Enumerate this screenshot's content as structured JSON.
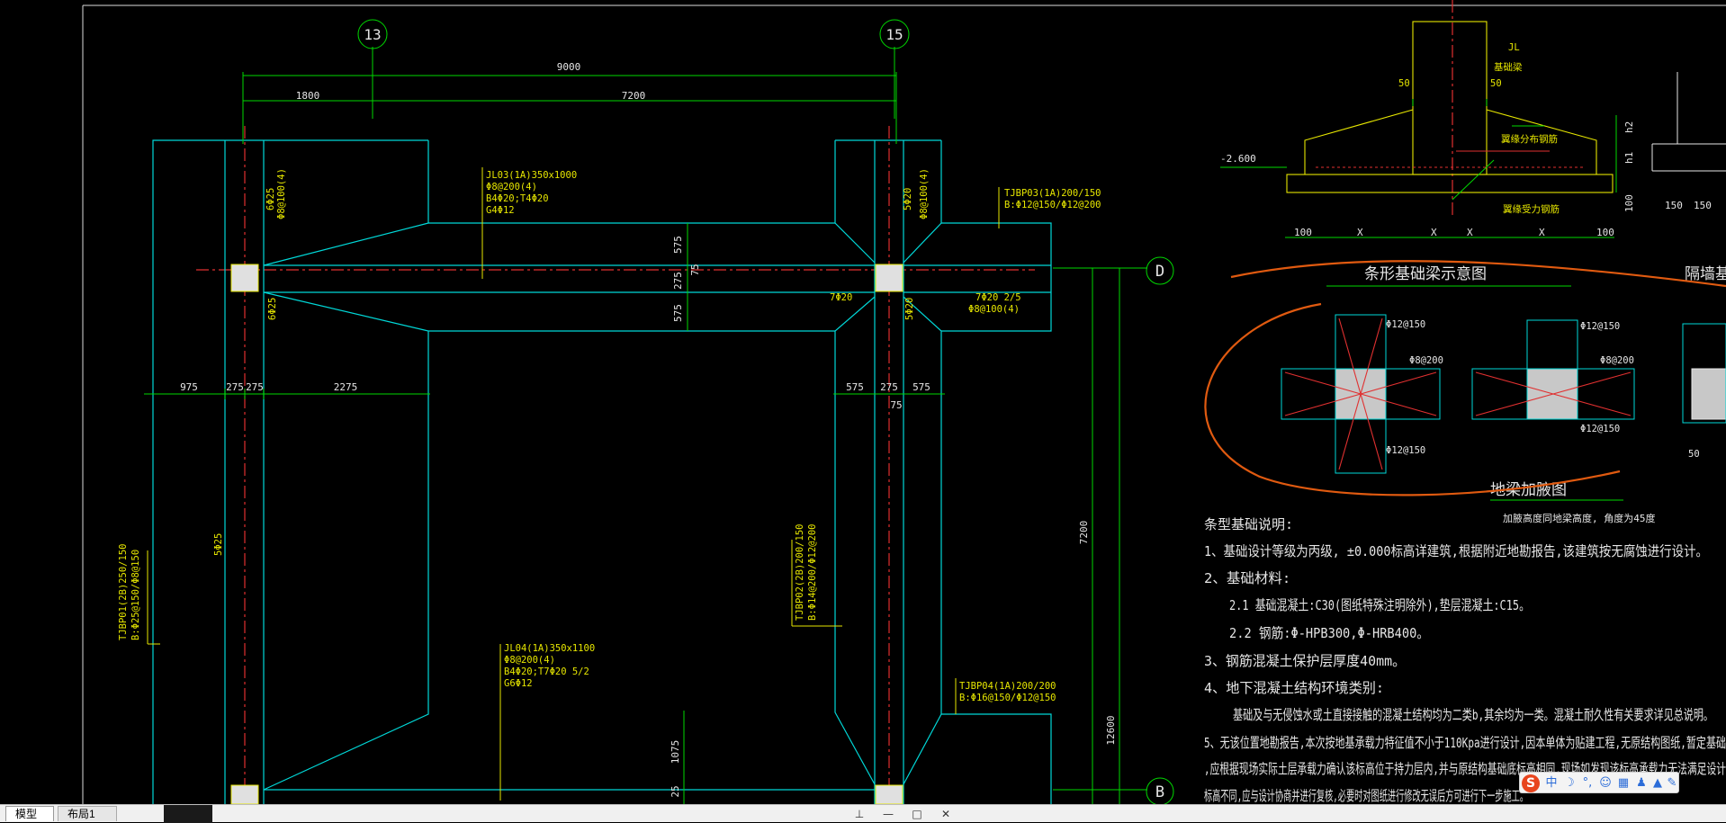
{
  "axes": {
    "col_13": "13",
    "col_15": "15",
    "row_d": "D",
    "row_b": "B"
  },
  "dims": {
    "total_top": "9000",
    "top_left": "1800",
    "top_right": "7200",
    "h_975": "975",
    "h_275a": "275",
    "h_275b": "275",
    "h_2275": "2275",
    "r_575a": "575",
    "r_275": "275",
    "r_575b": "575",
    "r_75": "75",
    "v_575a": "575",
    "v_275": "275",
    "v_575b": "575",
    "v_75": "75",
    "right_7200": "7200",
    "right_12600": "12600",
    "v_1075": "1075",
    "v_25": "25"
  },
  "labels": {
    "jl03": [
      "JL03(1A)350x1000",
      "Φ8@200(4)",
      "B4Φ20;T4Φ20",
      "G4Φ12"
    ],
    "tjbp03": [
      "TJBP03(1A)200/150",
      "B:Φ12@150/Φ12@200"
    ],
    "tjbp04": [
      "TJBP04(1A)200/200",
      "B:Φ16@150/Φ12@150"
    ],
    "jl04": [
      "JL04(1A)350x1100",
      "Φ8@200(4)",
      "B4Φ20;T7Φ20 5/2",
      "G6Φ12"
    ],
    "tjbp02": [
      "TJBP02(2B)200/150",
      "B:Φ14@200/Φ12@200"
    ],
    "tjbp01": [
      "TJBP01(2B)250/150",
      "B:Φ25@150/Φ8@150"
    ],
    "left_rebar_top": [
      "6Φ25",
      "Φ8@100(4)"
    ],
    "left_rebar_mid": "6Φ25",
    "left_5phi25": "5Φ25",
    "col15_rebar_top": [
      "5Φ20",
      "Φ8@100(4)"
    ],
    "col15_rebar_mid": "5Φ20",
    "col15_left": "7Φ20",
    "col15_right": [
      "7Φ20 2/5",
      "Φ8@100(4)"
    ]
  },
  "detail": {
    "jl": "JL",
    "beam": "基础梁",
    "d50a": "50",
    "d50b": "50",
    "rebar1": "翼缘分布钢筋",
    "rebar2": "翼缘受力钢筋",
    "elev": "-2.600",
    "h2": "h2",
    "h1": "h1",
    "d100": "100",
    "bottom_dims": [
      "100",
      "X",
      "X",
      "X",
      "X",
      "100"
    ],
    "d150a": "150",
    "d150b": "150",
    "title": "条形基础梁示意图",
    "title2": "隔墙基础"
  },
  "haunch": {
    "title": "地梁加腋图",
    "note": "加腋高度同地梁高度, 角度为45度",
    "phi12_150": "Φ12@150",
    "phi8_200": "Φ8@200",
    "d50": "50"
  },
  "notes": {
    "title": "条型基础说明:",
    "items": [
      "1、基础设计等级为丙级, ±0.000标高详建筑,根据附近地勘报告,该建筑按无腐蚀进行设计。",
      "2、基础材料:",
      "2.1  基础混凝土:C30(图纸特殊注明除外),垫层混凝土:C15。",
      "2.2  钢筋:Φ-HPB300,Φ-HRB400。",
      "3、钢筋混凝土保护层厚度40mm。",
      "4、地下混凝土结构环境类别:",
      "基础及与无侵蚀水或土直接接触的混凝土结构均为二类b,其余均为一类。混凝土耐久性有关要求详见总说明。",
      "5、无该位置地勘报告,本次按地基承载力特征值不小于110Kpa进行设计,因本单体为贴建工程,无原结构图纸,暂定基础",
      ",应根据现场实际土层承载力确认该标高位于持力层内,并与原结构基础底标高相同,现场如发现该标高承载力无法满足设计",
      "标高不同,应与设计协商并进行复核,必要时对图纸进行修改无误后方可进行下一步施工。"
    ]
  },
  "statusbar": {
    "tab_model": "模型",
    "tab_layout": "布局1",
    "pin": "⊥",
    "minimize": "—",
    "restore": "□",
    "close": "✕"
  },
  "ime": {
    "logo": "S",
    "lang": "中",
    "items": [
      "☽",
      "°,",
      "☺",
      "▦",
      "♟",
      "▲",
      "✎"
    ]
  },
  "colors": {
    "cyan": "#00d8d8",
    "yellow": "#e6e600",
    "green": "#00d800",
    "red": "#e03030",
    "orange": "#e05a10",
    "white": "#e6e6e6"
  }
}
